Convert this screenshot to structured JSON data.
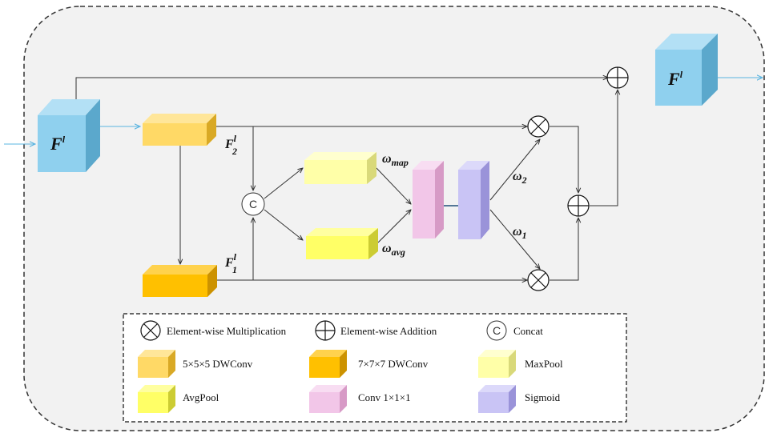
{
  "labels": {
    "input_F": "F",
    "input_F_sup": "l",
    "output_F": "F",
    "output_F_sup": "l",
    "F2": "F",
    "F2_sup": "l",
    "F2_sub": "2",
    "F1": "F",
    "F1_sup": "l",
    "F1_sub": "1",
    "w_map": "ω",
    "w_map_sub": "map",
    "w_avg": "ω",
    "w_avg_sub": "avg",
    "w2": "ω",
    "w2_sub": "2",
    "w1": "ω",
    "w1_sub": "1",
    "concat_symbol": "C"
  },
  "legend": {
    "mult": "Element-wise Multiplication",
    "add": "Element-wise Addition",
    "concat": "Concat",
    "concat_symbol": "C",
    "dw5": "5×5×5 DWConv",
    "dw7": "7×7×7 DWConv",
    "maxpool": "MaxPool",
    "avgpool": "AvgPool",
    "conv1": "Conv 1×1×1",
    "sigmoid": "Sigmoid"
  },
  "colors": {
    "input_cube": "#8fd0ee",
    "dw5": "#ffd966",
    "dw7": "#ffc000",
    "maxpool": "#ffffa8",
    "avgpool": "#ffff66",
    "conv": "#f2c6e8",
    "sigmoid": "#c9c4f5",
    "arrow_blue": "#5ab4e0"
  }
}
